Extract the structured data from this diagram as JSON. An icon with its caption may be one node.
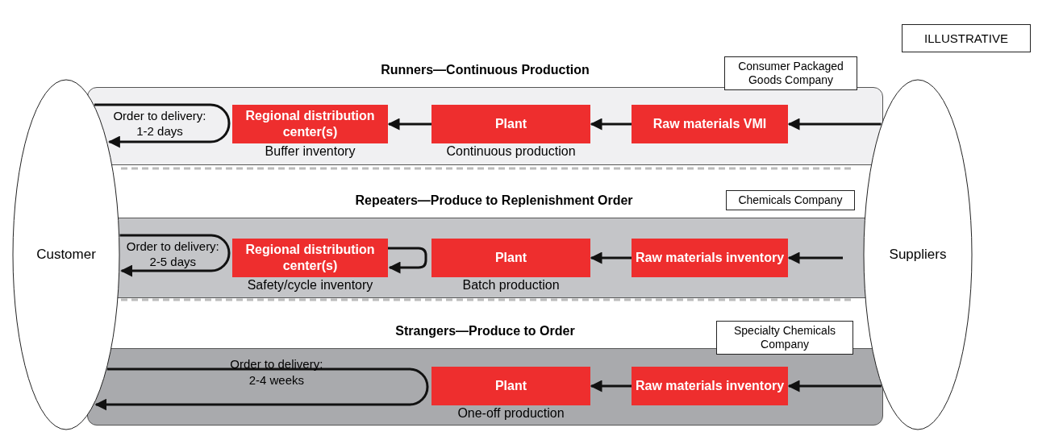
{
  "diagram": {
    "nodes": [
      {
        "text": [
          "Customer"
        ]
      },
      {
        "text": [
          "Suppliers"
        ]
      },
      {
        "text": [
          "Runners—Continuous Production"
        ]
      },
      {
        "text": [
          "Consumer Packaged Goods Company"
        ]
      },
      {
        "text": [
          "Regional distribution center(s)"
        ],
        "beside": [
          "Buffer inventory"
        ],
        "in": 2
      },
      {
        "text": [
          "Plant"
        ],
        "beside": [
          "Continuous production"
        ],
        "in": 2
      },
      {
        "text": [
          "Raw materials VMI"
        ],
        "in": 2
      },
      {
        "text": [
          "Repeaters—Produce to Replenishment Order"
        ]
      },
      {
        "text": [
          "Chemicals Company"
        ]
      },
      {
        "text": [
          "Regional distribution center(s)"
        ],
        "beside": [
          "Safety/cycle inventory"
        ],
        "in": 7
      },
      {
        "text": [
          "Plant"
        ],
        "beside": [
          "Batch production"
        ],
        "in": 7
      },
      {
        "text": [
          "Raw materials inventory"
        ],
        "in": 7
      },
      {
        "text": [
          "Strangers—Produce to Order"
        ]
      },
      {
        "text": [
          "Specialty Chemicals Company"
        ]
      },
      {
        "text": [
          "Plant"
        ],
        "beside": [
          "One-off production"
        ],
        "in": 12
      },
      {
        "text": [
          "Raw materials inventory"
        ],
        "in": 12
      },
      {
        "text": [
          "ILLUSTRATIVE"
        ]
      }
    ],
    "edges": [
      {
        "from": 0,
        "to": 0,
        "arrow": "to",
        "label": "Order to delivery: 1-2 days"
      },
      {
        "from": 5,
        "to": 4,
        "arrow": "to"
      },
      {
        "from": 6,
        "to": 5,
        "arrow": "to"
      },
      {
        "from": 1,
        "to": 6,
        "arrow": "to"
      },
      {
        "from": 0,
        "to": 0,
        "arrow": "to",
        "label": "Order to delivery: 2-5 days"
      },
      {
        "from": 9,
        "to": 9,
        "arrow": "to"
      },
      {
        "from": 11,
        "to": 10,
        "arrow": "to"
      },
      {
        "from": null,
        "to": 11,
        "arrow": "to"
      },
      {
        "from": 0,
        "to": 0,
        "arrow": "to",
        "label": "Order to delivery: 2-4 weeks"
      },
      {
        "from": 15,
        "to": 14,
        "arrow": "to"
      },
      {
        "from": 1,
        "to": 15,
        "arrow": "to"
      }
    ]
  }
}
